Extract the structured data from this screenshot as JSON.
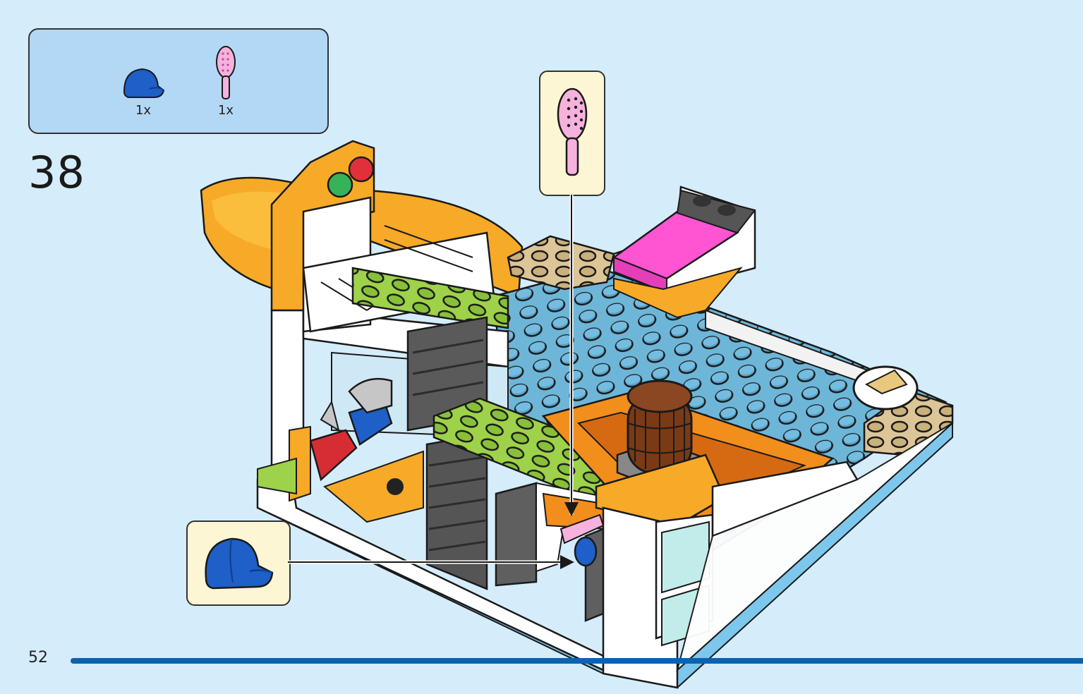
{
  "parts_list": {
    "items": [
      {
        "name": "blue-cap",
        "quantity": "1x",
        "color": "#1e5fc8"
      },
      {
        "name": "pink-hairbrush",
        "quantity": "1x",
        "color": "#f6b2dc"
      }
    ]
  },
  "step_number": "38",
  "page_number": "52",
  "colors": {
    "background": "#d5ecfb",
    "parts_box": "#b3d8f6",
    "callout": "#fdf6d4",
    "bar": "#0c62b0"
  }
}
